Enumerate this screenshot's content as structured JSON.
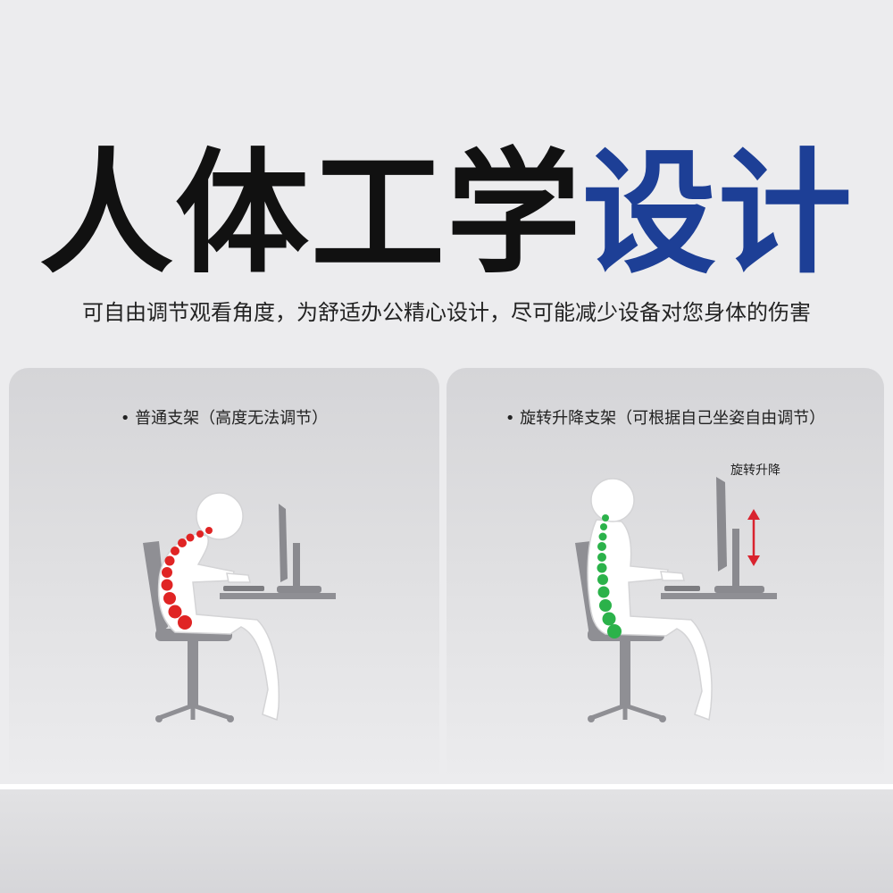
{
  "headline": {
    "part_dark": "人体工学",
    "part_blue": "设计"
  },
  "subtitle": "可自由调节观看角度，为舒适办公精心设计，尽可能减少设备对您身体的伤害",
  "colors": {
    "headline_dark": "#111111",
    "headline_blue": "#1d3f96",
    "spine_bad": "#e02424",
    "spine_good": "#2bb24a",
    "arrow": "#d9232e"
  },
  "panels": [
    {
      "caption": "• 普通支架（高度无法调节）",
      "spine_status": "bad"
    },
    {
      "caption": "• 旋转升降支架（可根据自己坐姿自由调节）",
      "spine_status": "good",
      "annotation": "旋转升降"
    }
  ]
}
